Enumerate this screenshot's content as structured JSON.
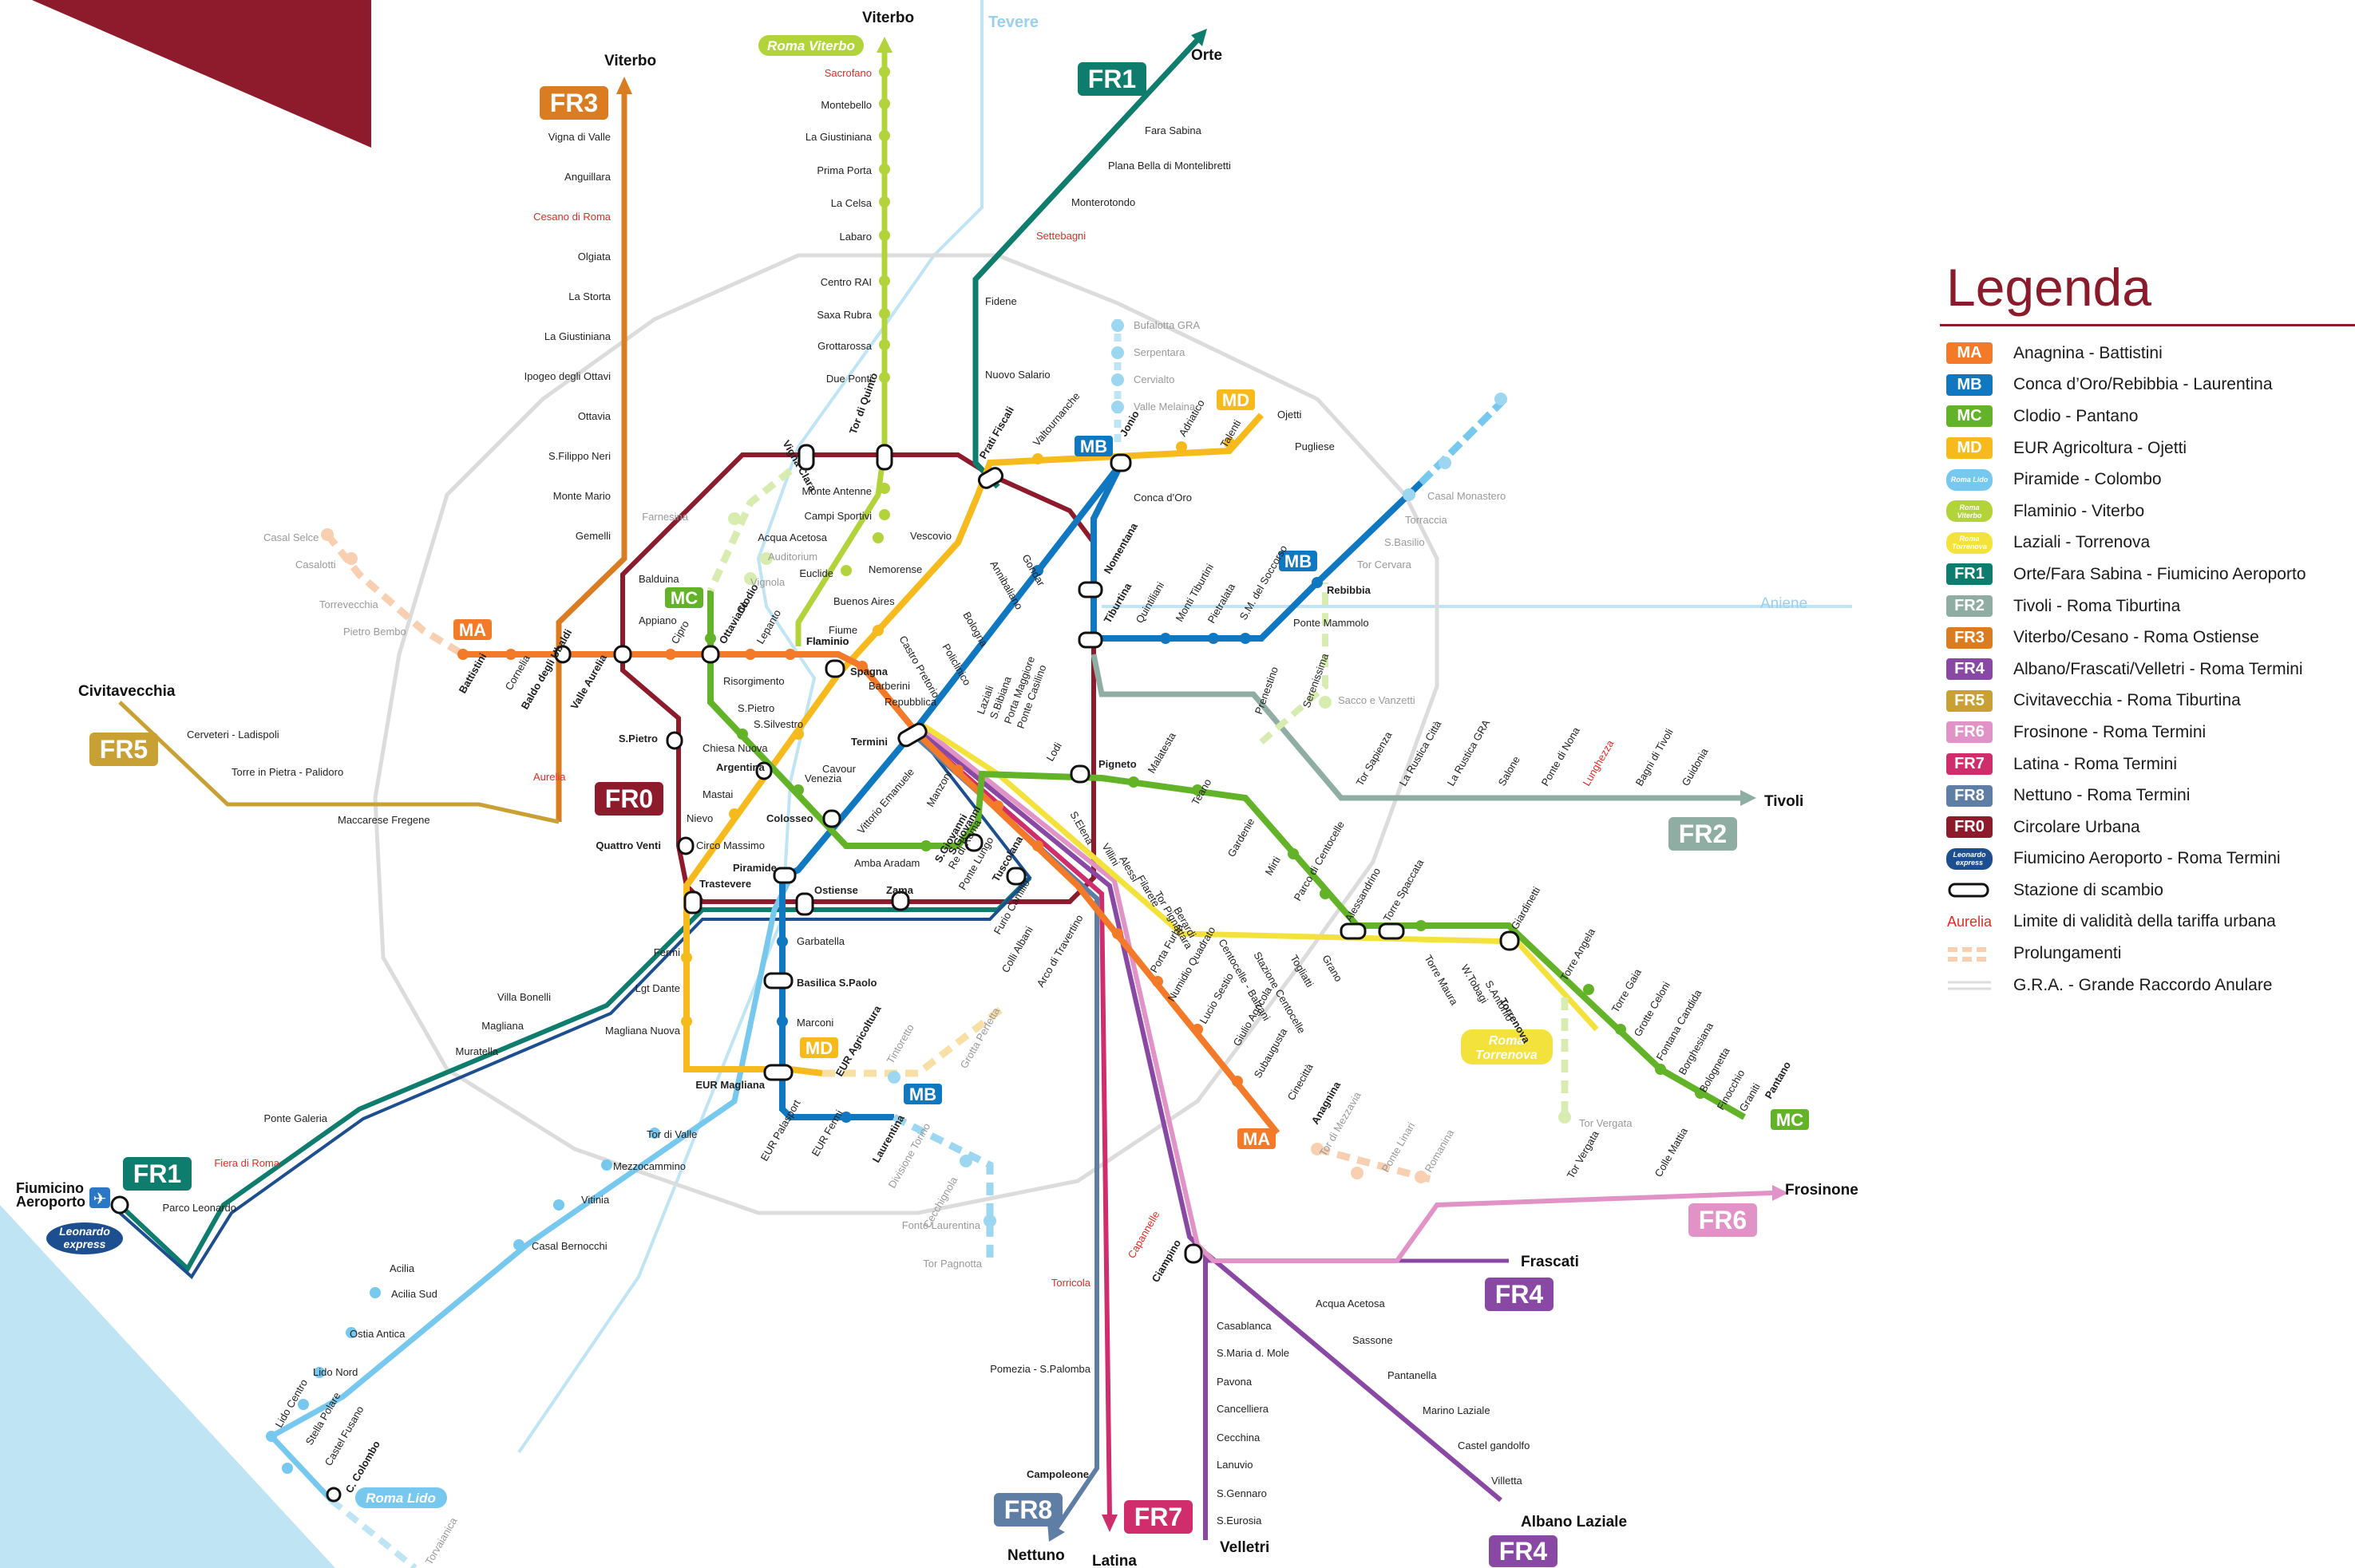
{
  "colors": {
    "MA": "#f37a28",
    "MB": "#0f78c1",
    "MC": "#62b327",
    "MD": "#f6ba1c",
    "lido": "#76c8ef",
    "viterbo": "#b2d43a",
    "torrenova": "#f4e23c",
    "FR1": "#0f7d6d",
    "FR2": "#90ada4",
    "FR3": "#d97c22",
    "FR4": "#8a48a5",
    "FR5": "#c9a033",
    "FR6": "#e192c6",
    "FR7": "#cf2d6b",
    "FR8": "#5f7ea6",
    "FR0": "#8e1b2c",
    "leonardo": "#1d4e8f",
    "gra": "#dcdcdc",
    "tevere": "#bfe4f4",
    "aurelia": "#e42b26"
  },
  "legend": {
    "title": "Legenda",
    "items": [
      {
        "badge": "MA",
        "badge_text": "MA",
        "label": "Anagnina - Battistini",
        "color": "#f37a28"
      },
      {
        "badge": "MB",
        "badge_text": "MB",
        "label": "Conca d’Oro/Rebibbia - Laurentina",
        "color": "#0f78c1"
      },
      {
        "badge": "MC",
        "badge_text": "MC",
        "label": "Clodio - Pantano",
        "color": "#62b327"
      },
      {
        "badge": "MD",
        "badge_text": "MD",
        "label": "EUR Agricoltura - Ojetti",
        "color": "#f6ba1c"
      },
      {
        "badge": "lido",
        "badge_text": "Roma Lido",
        "label": "Piramide - Colombo",
        "color": "#76c8ef"
      },
      {
        "badge": "viterbo",
        "badge_text": "Roma Viterbo",
        "label": "Flaminio - Viterbo",
        "color": "#b2d43a"
      },
      {
        "badge": "torrenova",
        "badge_text": "Roma Torrenova",
        "label": "Laziali - Torrenova",
        "color": "#f4e23c"
      },
      {
        "badge": "FR1",
        "badge_text": "FR1",
        "label": "Orte/Fara Sabina - Fiumicino Aeroporto",
        "color": "#0f7d6d"
      },
      {
        "badge": "FR2",
        "badge_text": "FR2",
        "label": "Tivoli - Roma Tiburtina",
        "color": "#90ada4"
      },
      {
        "badge": "FR3",
        "badge_text": "FR3",
        "label": "Viterbo/Cesano - Roma Ostiense",
        "color": "#d97c22"
      },
      {
        "badge": "FR4",
        "badge_text": "FR4",
        "label": "Albano/Frascati/Velletri - Roma Termini",
        "color": "#8a48a5"
      },
      {
        "badge": "FR5",
        "badge_text": "FR5",
        "label": "Civitavecchia - Roma Tiburtina",
        "color": "#c9a033"
      },
      {
        "badge": "FR6",
        "badge_text": "FR6",
        "label": "Frosinone - Roma Termini",
        "color": "#e192c6"
      },
      {
        "badge": "FR7",
        "badge_text": "FR7",
        "label": "Latina - Roma Termini",
        "color": "#cf2d6b"
      },
      {
        "badge": "FR8",
        "badge_text": "FR8",
        "label": "Nettuno - Roma Termini",
        "color": "#5f7ea6"
      },
      {
        "badge": "FR0",
        "badge_text": "FR0",
        "label": "Circolare Urbana",
        "color": "#8e1b2c"
      },
      {
        "badge": "leonardo",
        "badge_text": "Leonardo express",
        "label": "Fiumicino Aeroporto - Roma Termini",
        "color": "#1d4e8f"
      },
      {
        "badge": "scambio",
        "badge_text": "",
        "label": "Stazione di scambio",
        "color": "#000000"
      },
      {
        "badge": "aurelia",
        "badge_text": "",
        "label": "Limite di validità della tariffa urbana",
        "color": "#e42b26",
        "prefix": "Aurelia"
      },
      {
        "badge": "prolung",
        "badge_text": "",
        "label": "Prolungamenti",
        "color": "#f8cfb0"
      },
      {
        "badge": "gra",
        "badge_text": "",
        "label": "G.R.A. - Grande Raccordo Anulare",
        "color": "#dcdcdc"
      }
    ]
  },
  "line_badges": [
    {
      "id": "fr3",
      "text": "FR3",
      "color": "#d97c22"
    },
    {
      "id": "fr1-top",
      "text": "FR1",
      "color": "#0f7d6d"
    },
    {
      "id": "fr5",
      "text": "FR5",
      "color": "#c9a033"
    },
    {
      "id": "fr0",
      "text": "FR0",
      "color": "#8e1b2c"
    },
    {
      "id": "fr2",
      "text": "FR2",
      "color": "#90ada4"
    },
    {
      "id": "fr6",
      "text": "FR6",
      "color": "#e192c6"
    },
    {
      "id": "fr4-a",
      "text": "FR4",
      "color": "#8a48a5"
    },
    {
      "id": "fr4-b",
      "text": "FR4",
      "color": "#8a48a5"
    },
    {
      "id": "fr8",
      "text": "FR8",
      "color": "#5f7ea6"
    },
    {
      "id": "fr7",
      "text": "FR7",
      "color": "#cf2d6b"
    },
    {
      "id": "fr1-bottom",
      "text": "FR1",
      "color": "#0f7d6d"
    }
  ],
  "terminals": {
    "viterbo_fr3": "Viterbo",
    "viterbo_rv": "Viterbo",
    "tevere": "Tevere",
    "orte": "Orte",
    "civitavecchia": "Civitavecchia",
    "tivoli": "Tivoli",
    "aniene": "Aniene",
    "frosinone": "Frosinone",
    "frascati": "Frascati",
    "albano": "Albano Laziale",
    "velletri": "Velletri",
    "latina": "Latina",
    "nettuno": "Nettuno",
    "fiumicino_1": "Fiumicino",
    "fiumicino_2": "Aeroporto",
    "leonardo_1": "Leonardo",
    "leonardo_2": "express",
    "roma_viterbo": "Roma Viterbo",
    "roma_lido": "Roma Lido",
    "roma_torrenova_1": "Roma",
    "roma_torrenova_2": "Torrenova"
  },
  "stations": {
    "fr3": [
      "Vigna di Valle",
      "Anguillara",
      "Cesano di Roma",
      "Olgiata",
      "La Storta",
      "La Giustiniana",
      "Ipogeo degli Ottavi",
      "Ottavia",
      "S.Filippo Neri",
      "Monte Mario",
      "Gemelli",
      "Balduina",
      "Appiano"
    ],
    "viterbo": [
      "Sacrofano",
      "Montebello",
      "La Giustiniana",
      "Prima Porta",
      "La Celsa",
      "Labaro",
      "Centro RAI",
      "Saxa Rubra",
      "Grottarossa",
      "Due Ponti",
      "Tor di Quinto",
      "Monte Antenne",
      "Campi Sportivi",
      "Acqua Acetosa",
      "Euclide",
      "Flaminio"
    ],
    "fr1_north": [
      "Fara Sabina",
      "Plana Bella di Montelibretti",
      "Monterotondo",
      "Settebagni",
      "Fidene",
      "Nuovo Salario",
      "Prati Fiscali"
    ],
    "md_east": [
      "Valtournanche",
      "Jonio",
      "Adriatico",
      "Talenti",
      "Ojetti",
      "Pugliese"
    ],
    "md_north": [
      "Bufalotta GRA",
      "Serpentara",
      "Cervialto",
      "Valle Melaina"
    ],
    "mb_east": [
      "Conca d’Oro",
      "Nomentana",
      "Tiburtina",
      "Quintiliani",
      "Monti Tiburtini",
      "Pietralata",
      "S.M. del Soccorso",
      "Ponte Mammolo",
      "Rebibbia",
      "Casal Monastero",
      "Torraccia",
      "S.Basilio",
      "Tor Cervara"
    ],
    "ma_west": [
      "Casal Selce",
      "Casalotti",
      "Torrevecchia",
      "Pietro Bembo",
      "Battistini",
      "Cornelia",
      "Baldo degli Ubaldi",
      "Valle Aurelia",
      "Cipro",
      "Ottaviano",
      "Lepanto",
      "Flaminio",
      "Spagna",
      "Barberini",
      "Repubblica",
      "Termini"
    ],
    "ma_south": [
      "Vittorio Emanuele",
      "Manzoni",
      "S.Giovanni",
      "Re di Roma",
      "Ponte Lungo",
      "Furio Camillo",
      "Colli Albani",
      "Arco di Travertino",
      "Porta Furba",
      "Numidio Quadrato",
      "Lucio Sestio",
      "Giulio Agricola",
      "Subaugusta",
      "Cinecittà",
      "Anagnina"
    ],
    "mc": [
      "Clodio",
      "Ottaviano",
      "Risorgimento",
      "S.Pietro",
      "S.Silvestro",
      "Chiesa Nuova",
      "Argentina",
      "Venezia",
      "Colosseo",
      "Amba Aradam",
      "S.Giovanni",
      "Lodi",
      "Pigneto",
      "Malatesta",
      "Teano",
      "Gardenie",
      "Mirti",
      "Parco di Centocelle",
      "Alessandrino",
      "Torre Spaccata",
      "Torre Maura",
      "Giardinetti",
      "Torre Angela",
      "Torre Gaia",
      "Grotte Celoni",
      "Fontana Candida",
      "Borghesiana",
      "Bolognetta",
      "Finocchio",
      "Graniti",
      "Pantano",
      "Farnesina",
      "Auditorium",
      "Vignola",
      "Tor Vergata"
    ],
    "mb_south": [
      "Cavour",
      "Circo Massimo",
      "Piramide",
      "Garbatella",
      "Basilica S.Paolo",
      "Marconi",
      "EUR Magliana",
      "EUR Palasport",
      "EUR Fermi",
      "Laurentina",
      "Tor Pagnotta",
      "Fonte Laurentina",
      "Cecchignola",
      "Divisione Torino"
    ],
    "md_south": [
      "Policlinico",
      "Castro Pretorio",
      "Bologna",
      "Annibaliano",
      "Gondar",
      "Nemorense",
      "Vescovio",
      "Buenos Aires",
      "Fiume",
      "Trastevere",
      "Fermi",
      "Lgt Dante",
      "Magliana Nuova",
      "EUR Agricoltura",
      "Tintoretto",
      "Grotta Perfetta"
    ],
    "torrenova": [
      "Laziali",
      "S.Bibiana",
      "Porta Maggiore",
      "Ponte Casilino",
      "S.Elena",
      "Villini",
      "Alessi",
      "Filarete",
      "Tor Pignattara",
      "Berardi",
      "Centocelle - Balzani",
      "Stazione Centocelle",
      "Togliatti",
      "Grano",
      "W.Tobagi",
      "S.Antonio",
      "Torrenova",
      "Prenestino",
      "Serenissima",
      "Sacco e Vanzetti"
    ],
    "fr2": [
      "Tor Sapienza",
      "La Rustica Città",
      "La Rustica GRA",
      "Salone",
      "Ponte di Nona",
      "Lunghezza",
      "Bagni di Tivoli",
      "Guidonia"
    ],
    "fr5": [
      "Cerveteri - Ladispoli",
      "Torre in Pietra - Palidoro",
      "Maccarese Fregene",
      "Aurelia"
    ],
    "fr0": [
      "Vigna Clara",
      "S.Pietro",
      "Quattro Venti",
      "Ostiense",
      "Zama",
      "Tuscolana",
      "Mastai",
      "Nievo"
    ],
    "fr1_south": [
      "Villa Bonelli",
      "Magliana",
      "Muratella",
      "Ponte Galeria",
      "Fiera di Roma",
      "Parco Leonardo"
    ],
    "lido": [
      "Tor di Valle",
      "Mezzocammino",
      "Vitinia",
      "Casal Bernocchi",
      "Acilia",
      "Acilia Sud",
      "Ostia Antica",
      "Lido Nord",
      "Lido Centro",
      "Stella Polare",
      "Castel Fusano",
      "C. Colombo",
      "Torvaianica"
    ],
    "fr8": [
      "Torricola",
      "Pomezia - S.Palomba",
      "Campoleone"
    ],
    "fr4_velletri": [
      "Capannelle",
      "Ciampino",
      "Casablanca",
      "S.Maria d. Mole",
      "Pavona",
      "Cancelliera",
      "Cecchina",
      "Lanuvio",
      "S.Gennaro",
      "S.Eurosia"
    ],
    "fr4_albano": [
      "Acqua Acetosa",
      "Sassone",
      "Pantanella",
      "Marino Laziale",
      "Castel gandolfo",
      "Villetta"
    ],
    "fr6": [
      "Tor Vergata",
      "Colle Mattia"
    ],
    "mc_prolung": [
      "Tor di Mezzavia",
      "Ponte Linari",
      "Romanina"
    ]
  }
}
